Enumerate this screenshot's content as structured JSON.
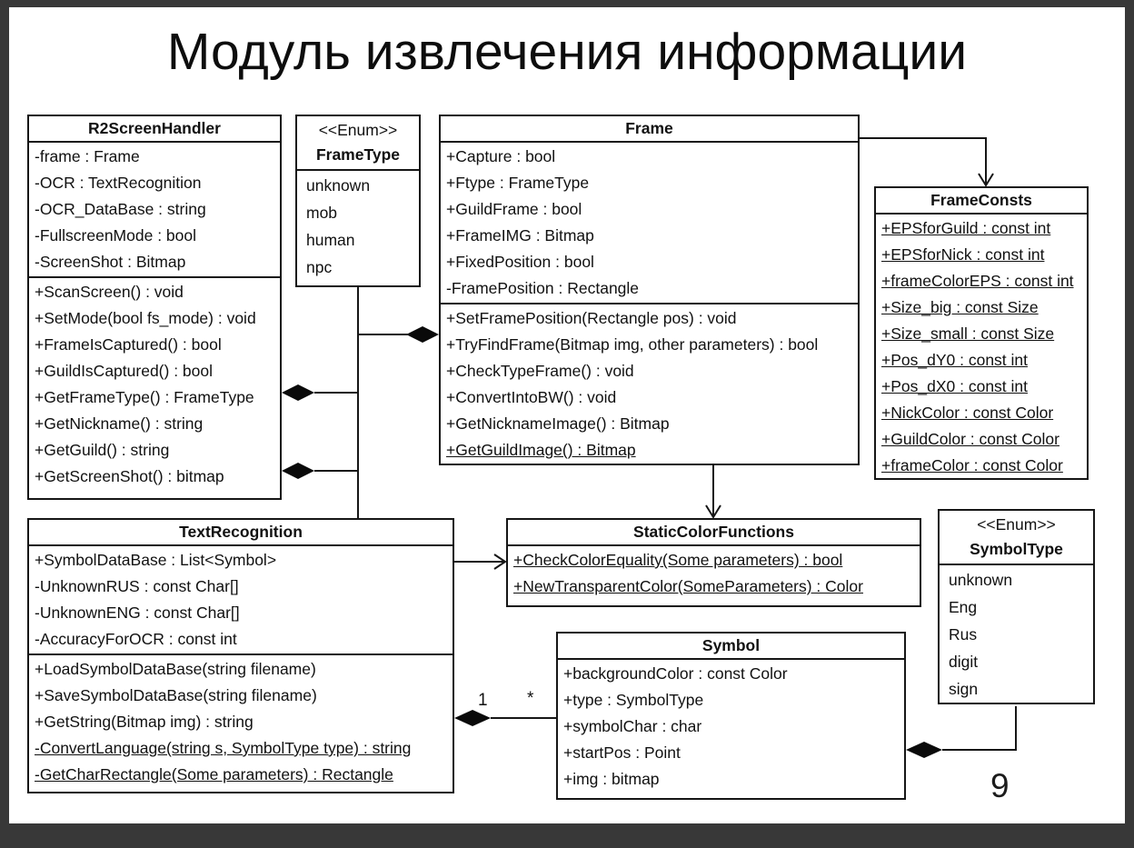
{
  "slide": {
    "title": "Модуль извлечения информации",
    "page_number": "9"
  },
  "connections": {
    "mult_one": "1",
    "mult_many": "*"
  },
  "classes": {
    "r2": {
      "name": "R2ScreenHandler",
      "attrs": [
        "-frame : Frame",
        "-OCR : TextRecognition",
        "-OCR_DataBase : string",
        "-FullscreenMode : bool",
        "-ScreenShot : Bitmap"
      ],
      "methods": [
        "+ScanScreen() : void",
        "+SetMode(bool fs_mode) : void",
        "+FrameIsCaptured() : bool",
        "+GuildIsCaptured() : bool",
        "+GetFrameType() : FrameType",
        "+GetNickname() : string",
        "+GetGuild() : string",
        "+GetScreenShot() : bitmap"
      ]
    },
    "frametype": {
      "stereotype": "<<Enum>>",
      "name": "FrameType",
      "values": [
        "unknown",
        "mob",
        "human",
        "npc"
      ]
    },
    "frame": {
      "name": "Frame",
      "attrs": [
        "+Capture : bool",
        "+Ftype : FrameType",
        "+GuildFrame : bool",
        "+FrameIMG : Bitmap",
        "+FixedPosition : bool",
        "-FramePosition : Rectangle"
      ],
      "methods": [
        "+SetFramePosition(Rectangle pos) : void",
        "+TryFindFrame(Bitmap img, other parameters) : bool",
        "+CheckTypeFrame() : void",
        "+ConvertIntoBW() : void",
        "+GetNicknameImage() : Bitmap",
        "+GetGuildImage() : Bitmap"
      ]
    },
    "frameconsts": {
      "name": "FrameConsts",
      "attrs": [
        "+EPSforGuild : const int",
        "+EPSforNick : const int",
        "+frameColorEPS : const int",
        "+Size_big : const Size",
        "+Size_small : const Size",
        "+Pos_dY0 : const int",
        "+Pos_dX0 : const int",
        "+NickColor : const Color",
        "+GuildColor : const Color",
        "+frameColor : const Color"
      ]
    },
    "textrecognition": {
      "name": "TextRecognition",
      "attrs": [
        "+SymbolDataBase : List<Symbol>",
        "-UnknownRUS : const Char[]",
        "-UnknownENG : const Char[]",
        "-AccuracyForOCR : const int"
      ],
      "methods": [
        "+LoadSymbolDataBase(string filename)",
        "+SaveSymbolDataBase(string filename)",
        "+GetString(Bitmap img) : string",
        "-ConvertLanguage(string s, SymbolType type) : string",
        "-GetCharRectangle(Some parameters) : Rectangle"
      ]
    },
    "staticcolorfunctions": {
      "name": "StaticColorFunctions",
      "methods": [
        "+CheckColorEquality(Some parameters) : bool",
        "+NewTransparentColor(SomeParameters) : Color"
      ]
    },
    "symbol": {
      "name": "Symbol",
      "attrs": [
        "+backgroundColor : const Color",
        "+type : SymbolType",
        "+symbolChar : char",
        "+startPos : Point",
        "+img : bitmap"
      ]
    },
    "symboltype": {
      "stereotype": "<<Enum>>",
      "name": "SymbolType",
      "values": [
        "unknown",
        "Eng",
        "Rus",
        "digit",
        "sign"
      ]
    }
  }
}
